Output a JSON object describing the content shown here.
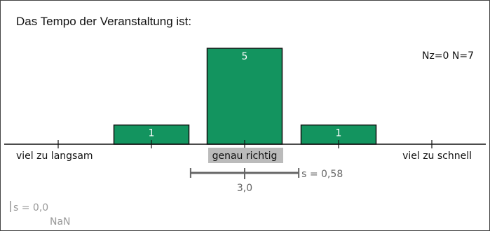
{
  "colors": {
    "bar": "#13945f",
    "highlight": "#bbbbbb",
    "stat": "#666666",
    "light": "#999999"
  },
  "chart_data": {
    "type": "bar",
    "title": "Das Tempo der Veranstaltung ist:",
    "counts_label": "Nz=0  N=7",
    "categories": [
      "viel zu langsam",
      "",
      "genau richtig",
      "",
      "viel zu schnell"
    ],
    "values": [
      0,
      1,
      5,
      1,
      0
    ],
    "value_labels": [
      "",
      "1",
      "5",
      "1",
      ""
    ],
    "highlight_category": 2,
    "ylim": [
      0,
      5
    ],
    "stats": {
      "mean": 3.0,
      "mean_label": "3,0",
      "sd": 0.58,
      "sd_label": "s = 0,58",
      "secondary_sd_label": "s = 0,0",
      "secondary_mean_label": "NaN"
    }
  }
}
